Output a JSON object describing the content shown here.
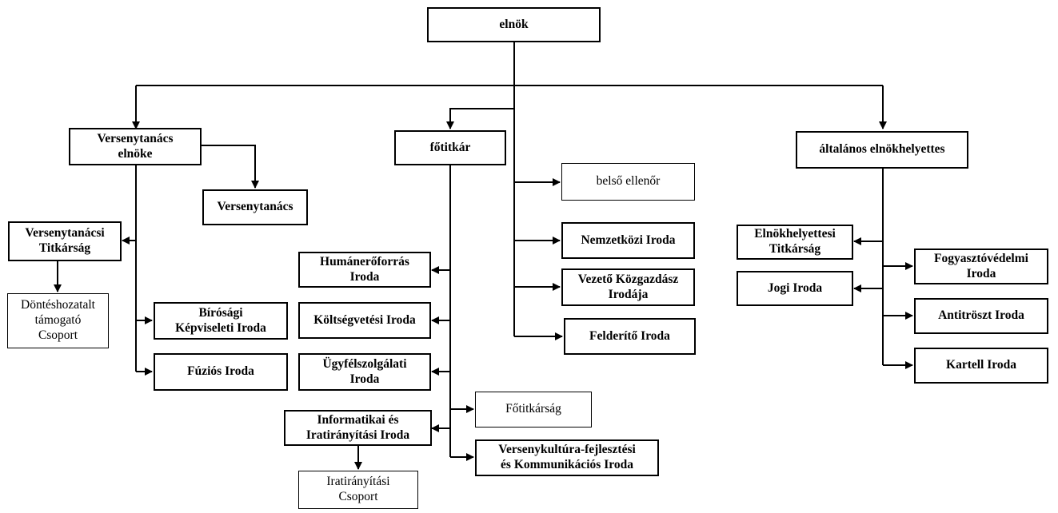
{
  "org_chart": {
    "nodes": {
      "elnok": "elnök",
      "vt_elnoke": "Versenytanács\nelnöke",
      "versenytanacs": "Versenytanács",
      "vt_titkarsag": "Versenytanácsi\nTitkárság",
      "donteshozatal": "Döntéshozatalt\ntámogató\nCsoport",
      "birosagi": "Bírósági\nKépviseleti Iroda",
      "fuzios": "Fúziós Iroda",
      "fotitkar": "főtitkár",
      "humaneroforras": "Humánerőforrás\nIroda",
      "koltsegvetesi": "Költségvetési Iroda",
      "ugyfelszolgalati": "Ügyfélszolgálati\nIroda",
      "informatikai": "Informatikai és\nIratirányítási Iroda",
      "iratiranyitasi": "Iratirányítási\nCsoport",
      "fotitkarsag": "Főtitkárság",
      "versenykultura": "Versenykultúra-fejlesztési\nés Kommunikációs Iroda",
      "belso_ellenor": "belső ellenőr",
      "nemzetkozi": "Nemzetközi Iroda",
      "vezeto_kozgazdasz": "Vezető Közgazdász\nIrodája",
      "felderito": "Felderítő Iroda",
      "altalanos_elnokhelyettes": "általános elnökhelyettes",
      "elnokhelyettesi_titkarsag": "Elnökhelyettesi\nTitkárság",
      "jogi": "Jogi Iroda",
      "fogyasztovedelmi": "Fogyasztóvédelmi\nIroda",
      "antitroszt": "Antitröszt Iroda",
      "kartell": "Kartell Iroda"
    }
  }
}
